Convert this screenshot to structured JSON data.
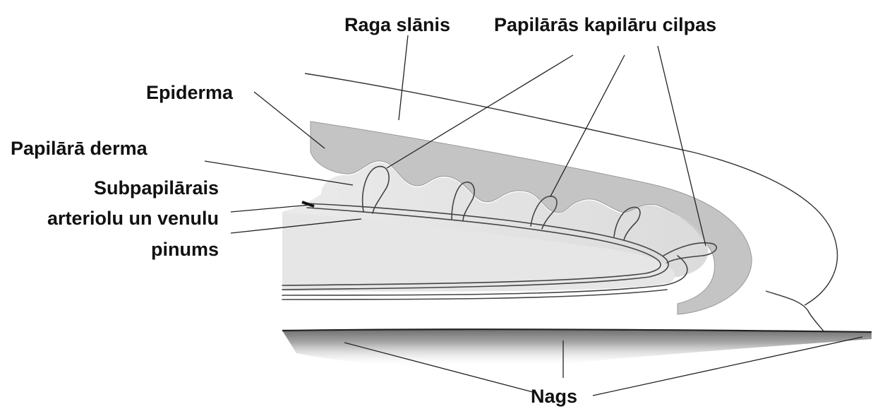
{
  "labels": {
    "raga_slanis": "Raga slānis",
    "papilaras_kapilaru_cilpas": "Papilārās kapilāru cilpas",
    "epiderma": "Epiderma",
    "papilara_derma": "Papilārā derma",
    "subpapilarais_line1": "Subpapilārais",
    "subpapilarais_line2": "arteriolu un venulu",
    "subpapilarais_line3": "pinums",
    "nags": "Nags"
  },
  "colors": {
    "epidermis_shade": "#bdbdbd",
    "dermis_shade": "#d9d9d9",
    "nail_shade": "#8a8a8a",
    "ink": "#111111"
  }
}
